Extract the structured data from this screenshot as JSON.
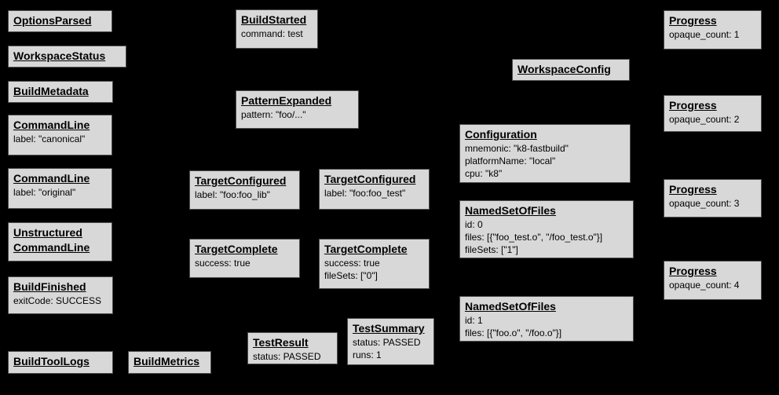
{
  "diagram": {
    "description": "Build event protocol graph",
    "background_color": "#000000",
    "node_fill_color": "#d8d8d8",
    "node_border_color": "#4d4d4d",
    "node_text_color": "#000000"
  },
  "nodes": [
    {
      "title": "OptionsParsed",
      "attrs": []
    },
    {
      "title": "WorkspaceStatus",
      "attrs": []
    },
    {
      "title": "BuildMetadata",
      "attrs": []
    },
    {
      "title": "CommandLine",
      "attrs": [
        "label: \"canonical\""
      ]
    },
    {
      "title": "CommandLine",
      "attrs": [
        "label: \"original\""
      ]
    },
    {
      "title": "Unstructured",
      "title2": "CommandLine",
      "attrs": []
    },
    {
      "title": "BuildFinished",
      "attrs": [
        "exitCode: SUCCESS"
      ]
    },
    {
      "title": "BuildToolLogs",
      "attrs": []
    },
    {
      "title": "BuildMetrics",
      "attrs": []
    },
    {
      "title": "BuildStarted",
      "attrs": [
        "command: test"
      ]
    },
    {
      "title": "PatternExpanded",
      "attrs": [
        "pattern: \"foo/...\""
      ]
    },
    {
      "title": "TargetConfigured",
      "attrs": [
        "label: \"foo:foo_lib\""
      ]
    },
    {
      "title": "TargetComplete",
      "attrs": [
        "success: true"
      ]
    },
    {
      "title": "TargetConfigured",
      "attrs": [
        "label: \"foo:foo_test\""
      ]
    },
    {
      "title": "TargetComplete",
      "attrs": [
        "success: true",
        "fileSets: [\"0\"]"
      ]
    },
    {
      "title": "TestResult",
      "attrs": [
        "status: PASSED"
      ]
    },
    {
      "title": "TestSummary",
      "attrs": [
        "status: PASSED",
        "runs: 1"
      ]
    },
    {
      "title": "WorkspaceConfig",
      "attrs": []
    },
    {
      "title": "Configuration",
      "attrs": [
        "mnemonic: \"k8-fastbuild\"",
        "platformName: \"local\"",
        "cpu: \"k8\""
      ]
    },
    {
      "title": "NamedSetOfFiles",
      "attrs": [
        "id: 0",
        "files: [{\"foo_test.o\", \"/foo_test.o\"}]",
        "fileSets: [\"1\"]"
      ]
    },
    {
      "title": "NamedSetOfFiles",
      "attrs": [
        "id: 1",
        "files: [{\"foo.o\", \"/foo.o\"}]"
      ]
    },
    {
      "title": "Progress",
      "attrs": [
        "opaque_count: 1"
      ]
    },
    {
      "title": "Progress",
      "attrs": [
        "opaque_count: 2"
      ]
    },
    {
      "title": "Progress",
      "attrs": [
        "opaque_count: 3"
      ]
    },
    {
      "title": "Progress",
      "attrs": [
        "opaque_count: 4"
      ]
    }
  ]
}
